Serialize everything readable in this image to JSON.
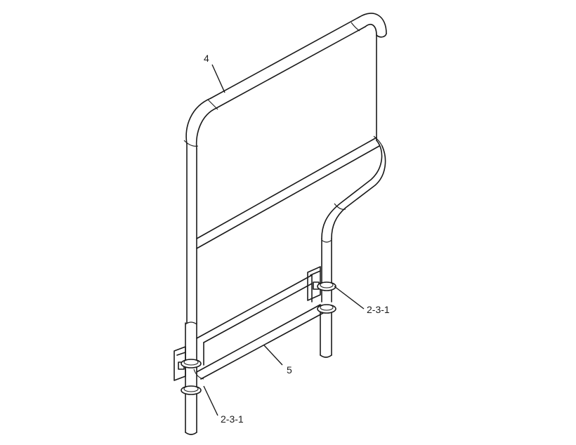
{
  "callouts": {
    "top_rail": "4",
    "upper_clamp": "2-3-1",
    "lower_bar": "5",
    "lower_clamp": "2-3-1"
  }
}
